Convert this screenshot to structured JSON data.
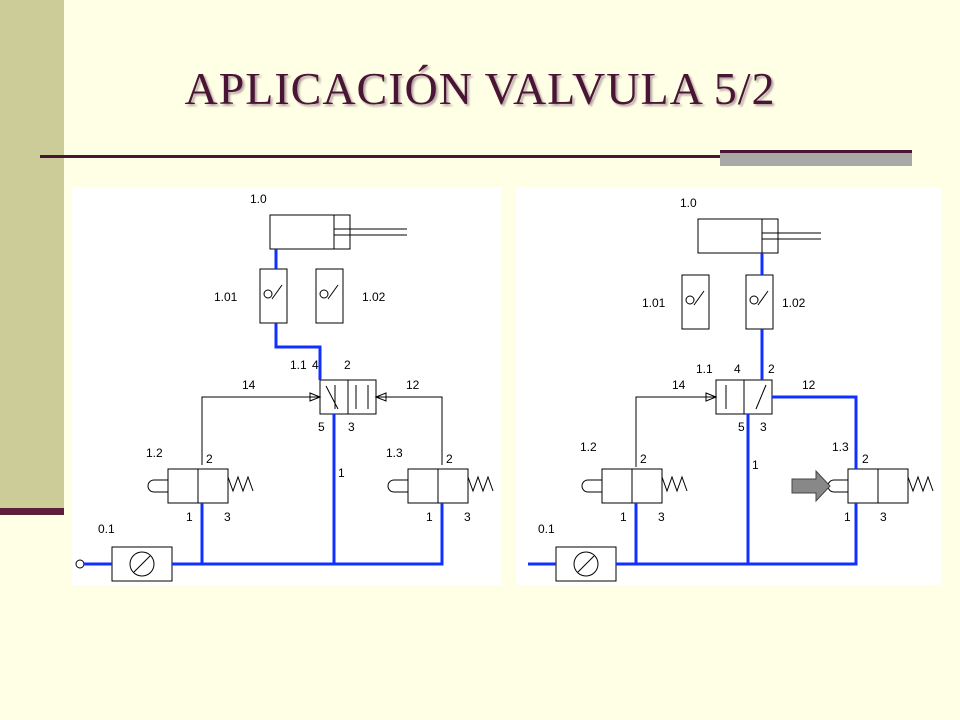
{
  "slide": {
    "title": "APLICACIÓN VALVULA 5/2",
    "colors": {
      "background": "#ffffe5",
      "sidebar": "#cccc99",
      "accent": "#4a1535",
      "pressure_line": "#1030ff"
    }
  },
  "left_diagram": {
    "labels": {
      "cylinder": "1.0",
      "flow_valve_a": "1.01",
      "flow_valve_b": "1.02",
      "main_valve": "1.1",
      "pilot_14": "14",
      "pilot_12": "12",
      "port_4": "4",
      "port_2": "2",
      "port_5": "5",
      "port_3": "3",
      "port_1": "1",
      "valve_left": "1.2",
      "valve_right": "1.3",
      "vl_port_2": "2",
      "vl_port_1": "1",
      "vl_port_3": "3",
      "vr_port_2": "2",
      "vr_port_1": "1",
      "vr_port_3": "3",
      "service_unit": "0.1"
    }
  },
  "right_diagram": {
    "labels": {
      "cylinder": "1.0",
      "flow_valve_a": "1.01",
      "flow_valve_b": "1.02",
      "main_valve": "1.1",
      "pilot_14": "14",
      "pilot_12": "12",
      "port_4": "4",
      "port_2": "2",
      "port_5": "5",
      "port_3": "3",
      "port_1": "1",
      "valve_left": "1.2",
      "valve_right": "1.3",
      "vl_port_2": "2",
      "vl_port_1": "1",
      "vl_port_3": "3",
      "vr_port_2": "2",
      "vr_port_1": "1",
      "vr_port_3": "3",
      "service_unit": "0.1"
    }
  }
}
